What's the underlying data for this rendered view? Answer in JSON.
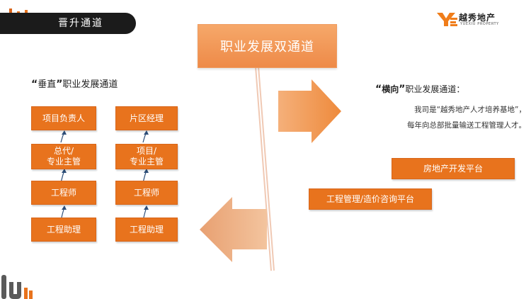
{
  "header": {
    "title": "晋升通道"
  },
  "logo": {
    "name_cn": "越秀地产",
    "name_en": "YUEXIU PROPERTY"
  },
  "main_title": "职业发展双通道",
  "vertical": {
    "title_quoted": "垂直",
    "title_rest": "职业发展通道",
    "col1": [
      "项目负责人",
      "总代/",
      "专业主管",
      "工程师",
      "工程助理"
    ],
    "col2": [
      "片区经理",
      "项目/",
      "专业主管",
      "工程师",
      "工程助理"
    ]
  },
  "horizontal": {
    "title_quoted": "横向",
    "title_rest": "职业发展通道：",
    "desc_line1": "我司是“越秀地产人才培养基地”，",
    "desc_line2": "每年向总部批量输送工程管理人才。",
    "platform_top": "房地产开发平台",
    "platform_bottom": "工程管理/造价咨询平台"
  },
  "colors": {
    "accent": "#e8731d",
    "title_gradient": "#f6a86a",
    "header_dark": "#1b1b1b",
    "logo_orange": "#f07d1a"
  }
}
